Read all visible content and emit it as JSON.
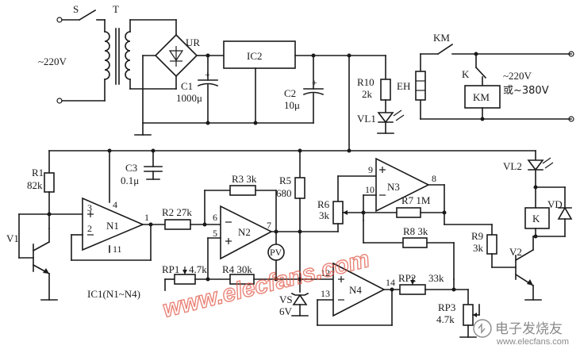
{
  "labels": {
    "switch_s": "S",
    "transformer_t": "T",
    "mains_in": "~220V",
    "bridge_ur": "UR",
    "ic2": "IC2",
    "c1_name": "C1",
    "c1_val": "1000μ",
    "c2_name": "C2",
    "c2_val": "10μ",
    "r10_name": "R10",
    "r10_val": "2k",
    "vl1": "VL1",
    "km_contact": "KM",
    "eh": "EH",
    "k_contact": "K",
    "km_coil": "KM",
    "supply_out_1": "~220V",
    "supply_out_2": "或~380V",
    "r1_name": "R1",
    "r1_val": "82k",
    "c3_name": "C3",
    "c3_val": "0.1μ",
    "r3": "R3 3k",
    "r5_name": "R5",
    "r5_val": "680",
    "r6_name": "R6",
    "r6_val": "3k",
    "n3": "N3",
    "pin9": "9",
    "pin10": "10",
    "pin8": "8",
    "vl2": "VL2",
    "vd": "VD",
    "relay_k": "K",
    "r7": "R7 1M",
    "pin3": "3",
    "pin4": "4",
    "pin1": "1",
    "pin2": "2",
    "pin11": "11",
    "n1": "N1",
    "v1": "V1",
    "r2": "R2 27k",
    "pin6": "6",
    "pin5": "5",
    "pin7": "7",
    "n2": "N2",
    "pv": "PV",
    "r8": "R8 3k",
    "r9_name": "R9",
    "r9_val": "3k",
    "v2": "V2",
    "rp1": "RP1",
    "rp1_val": "4.7k",
    "r4": "R4 30k",
    "ic1": "IC1(N1~N4)",
    "pin12": "12",
    "pin13": "13",
    "pin14": "14",
    "n4": "N4",
    "rp2": "RP2",
    "rp2_val": "33k",
    "vs_name": "VS",
    "vs_val": "6V",
    "rp3_name": "RP3",
    "rp3_val": "4.7k"
  },
  "watermark": {
    "text": "www.elecfans.com",
    "logo_cn": "电子发烧友",
    "logo_url": "www.elecfans.com"
  },
  "colors": {
    "ink": "#1a1a1a",
    "watermark": "#e25a4a",
    "logo": "#8a8a8a"
  }
}
